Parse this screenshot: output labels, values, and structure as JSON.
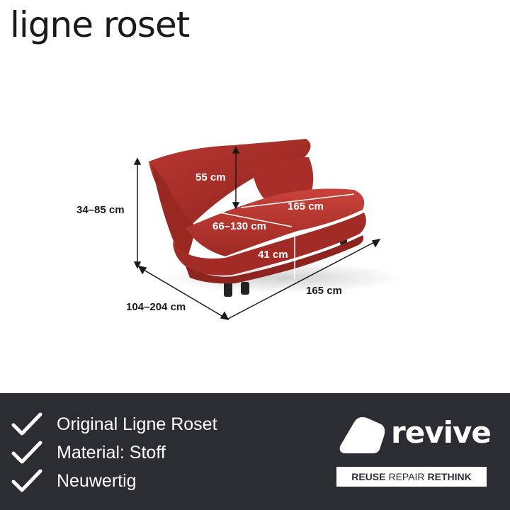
{
  "brand": {
    "logo_text": "ligne roset"
  },
  "dimensions": {
    "height_back": "55 cm",
    "seat_width": "165 cm",
    "seat_depth": "66–130 cm",
    "seat_height": "41 cm",
    "total_height": "34–85 cm",
    "total_depth": "104–204 cm",
    "total_width": "165 cm"
  },
  "features": [
    {
      "label": "Original Ligne Roset"
    },
    {
      "label": "Material: Stoff"
    },
    {
      "label": "Neuwertig"
    }
  ],
  "revive": {
    "wordmark": "revive",
    "tagline_1": "REUSE",
    "tagline_2": "REPAIR",
    "tagline_3": "RETHINK"
  },
  "colors": {
    "footer_bg": "#2b2d33",
    "sofa_red": "#b8312c",
    "accent_white": "#ffffff"
  }
}
